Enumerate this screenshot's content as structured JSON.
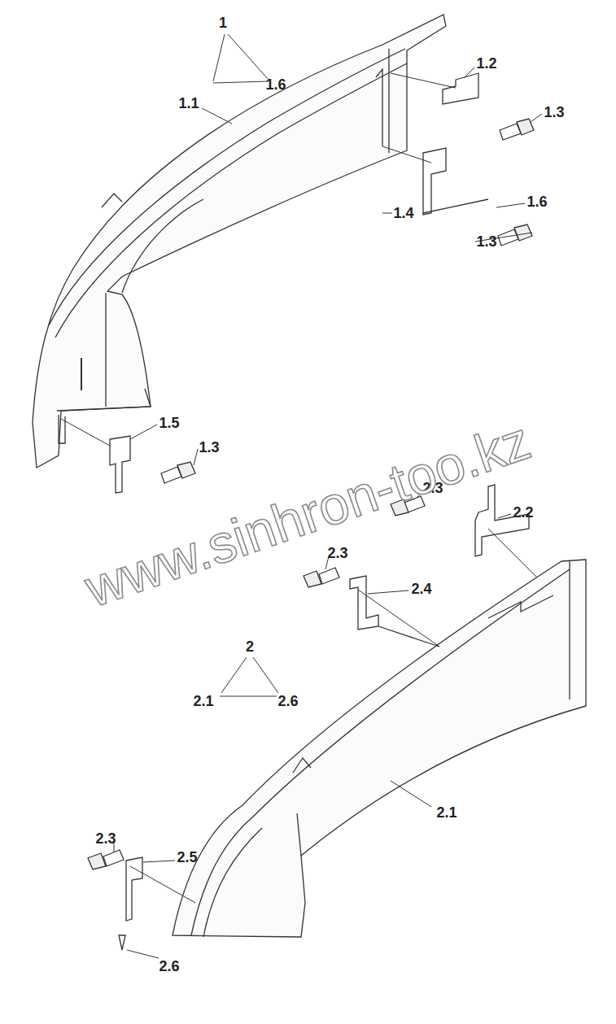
{
  "diagram": {
    "labels": [
      "1",
      "1.6",
      "1.1",
      "1.2",
      "1.3",
      "1.4",
      "1.6",
      "1.3",
      "1.5",
      "1.3",
      "2.3",
      "2.2",
      "2.3",
      "2.4",
      "2",
      "2.1",
      "2.6",
      "2.1",
      "2.3",
      "2.5",
      "2.6",
      "www.sinhron-too.kz"
    ]
  }
}
